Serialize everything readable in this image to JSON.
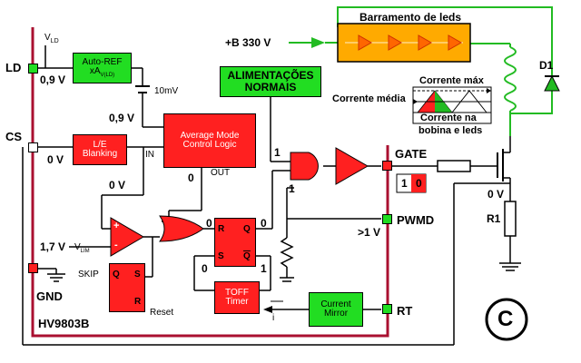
{
  "chip": {
    "name": "HV9803B"
  },
  "pins": {
    "ld": "LD",
    "cs": "CS",
    "gnd": "GND",
    "gate": "GATE",
    "pwmd": "PWMD",
    "rt": "RT"
  },
  "blocks": {
    "auto_ref_line1": "Auto-REF",
    "auto_ref_line2": "xA",
    "auto_ref_sub": "V(LD)",
    "le_line1": "L/E",
    "le_line2": "Blanking",
    "avg_line1": "Average Mode",
    "avg_line2": "Control Logic",
    "toff_line1": "TOFF",
    "toff_line2": "Timer",
    "mirror_line1": "Current",
    "mirror_line2": "Mirror",
    "supply_line1": "ALIMENTAÇÕES",
    "supply_line2": "NORMAIS",
    "led_bar": "Barramento de leds"
  },
  "signals": {
    "vld": "V",
    "vld_sub": "LD",
    "mv": "10mV",
    "ld_voltage": "0,9 V",
    "ref_voltage": "0,9 V",
    "cs_voltage": "0 V",
    "in": "IN",
    "out": "OUT",
    "comp_in": "0 V",
    "avg_out": "0",
    "vlim": "1,7 V",
    "vlim_label": "V",
    "vlim_sub": "LIM",
    "or_out": "0",
    "ff_q": "0",
    "ff_s": "0",
    "ff_qbar": "1",
    "and_in_top": "1",
    "and_in_bot": "1",
    "pwmd_voltage": ">1 V",
    "skip": "SKIP",
    "reset": "Reset",
    "current_i": "i",
    "supply": "+B 330 V",
    "gate_high": "1",
    "gate_low": "0",
    "r1_voltage": "0 V",
    "r1": "R1",
    "d1": "D1",
    "corrente_max": "Corrente máx",
    "corrente_media": "Corrente média",
    "corrente_bobina_1": "Corrente na",
    "corrente_bobina_2": "bobina e leds",
    "c_label": "C"
  },
  "ff_labels": {
    "r": "R",
    "q": "Q",
    "s": "S",
    "qbar": "Q"
  },
  "skip_ff": {
    "q": "Q",
    "s": "S",
    "r": "R"
  },
  "comparator": {
    "plus": "+",
    "minus": "-"
  },
  "colors": {
    "chip_border": "#aa1030",
    "block_red": "#ff2020",
    "block_green": "#22dd22",
    "wire": "#000000",
    "led_bar_wire": "#22bb22",
    "led": "#ffaa00"
  }
}
